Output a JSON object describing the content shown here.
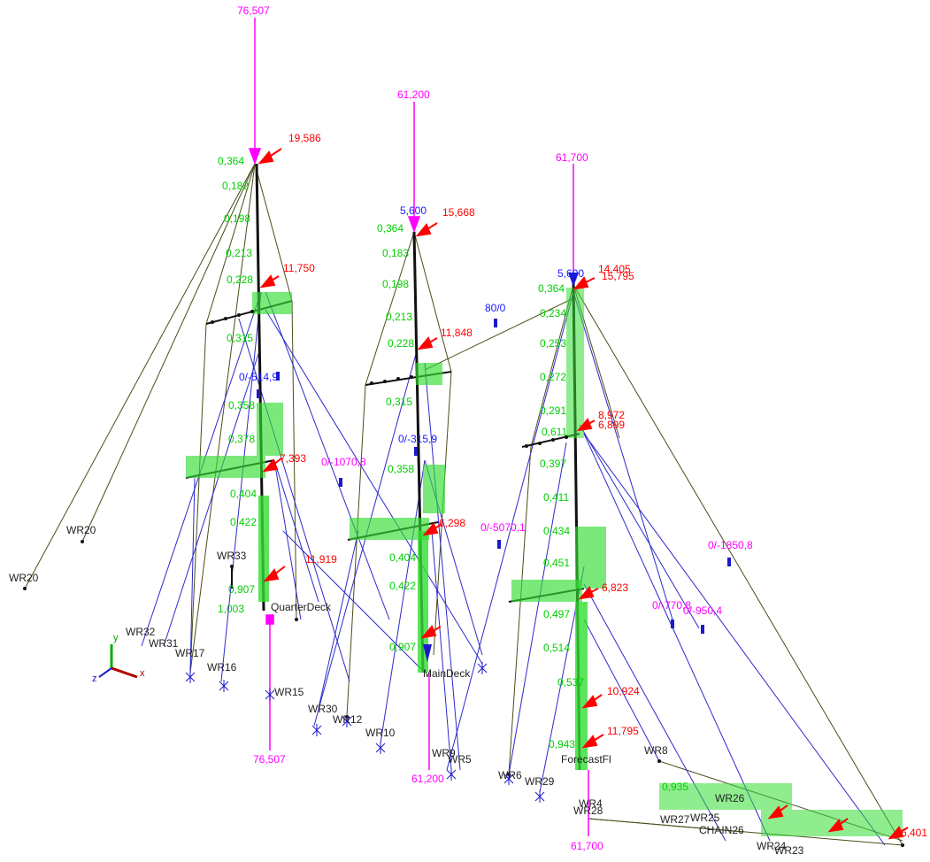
{
  "masts": [
    {
      "top_load": "76,507",
      "bottom_load": "76,507",
      "head_force": "19,586"
    },
    {
      "top_load": "61,200",
      "bottom_load": "61,200",
      "head_force": "15,668"
    },
    {
      "top_load": "61,700",
      "bottom_load": "61,700",
      "head_force": "14,405"
    }
  ],
  "red_labels": [
    "19,586",
    "11,750",
    "15,668",
    "11,848",
    "14,405",
    "15,795",
    "8,972",
    "6,899",
    "7,393",
    "6,298",
    "6,823",
    "11,919",
    "10,924",
    "11,795",
    "6,401"
  ],
  "green_labels": [
    "0,364",
    "0,182",
    "0,198",
    "0,213",
    "0,228",
    "0,315",
    "0,358",
    "0,378",
    "0,404",
    "0,422",
    "0,183",
    "0,234",
    "0,253",
    "0,272",
    "0,291",
    "0,611",
    "0,397",
    "0,411",
    "0,434",
    "0,451",
    "0,497",
    "0,514",
    "0,537",
    "0,907",
    "0,943",
    "0,935",
    "1,003"
  ],
  "blue_labels": [
    "5,600",
    "5,600",
    "0/-514,9",
    "0/-315,9",
    "80/0"
  ],
  "magenta_labels": [
    "0/-1070,8",
    "0/-5070,1",
    "0/-1850,8",
    "0/-770,8",
    "0/-950,4"
  ],
  "node_labels": [
    "WR20",
    "WR20",
    "WR32",
    "WR31",
    "WR17",
    "WR16",
    "WR33",
    "WR15",
    "WR30",
    "WR12",
    "WR10",
    "WR9",
    "WR5",
    "WR6",
    "WR29",
    "WR4",
    "WR28",
    "WR27",
    "WR25",
    "WR24",
    "WR23",
    "WR26",
    "CHAIN26",
    "WR8",
    "ForecastFl",
    "MainDeck",
    "QuarterDeck"
  ],
  "axes": {
    "y": "y",
    "x": "x",
    "z": "z"
  }
}
